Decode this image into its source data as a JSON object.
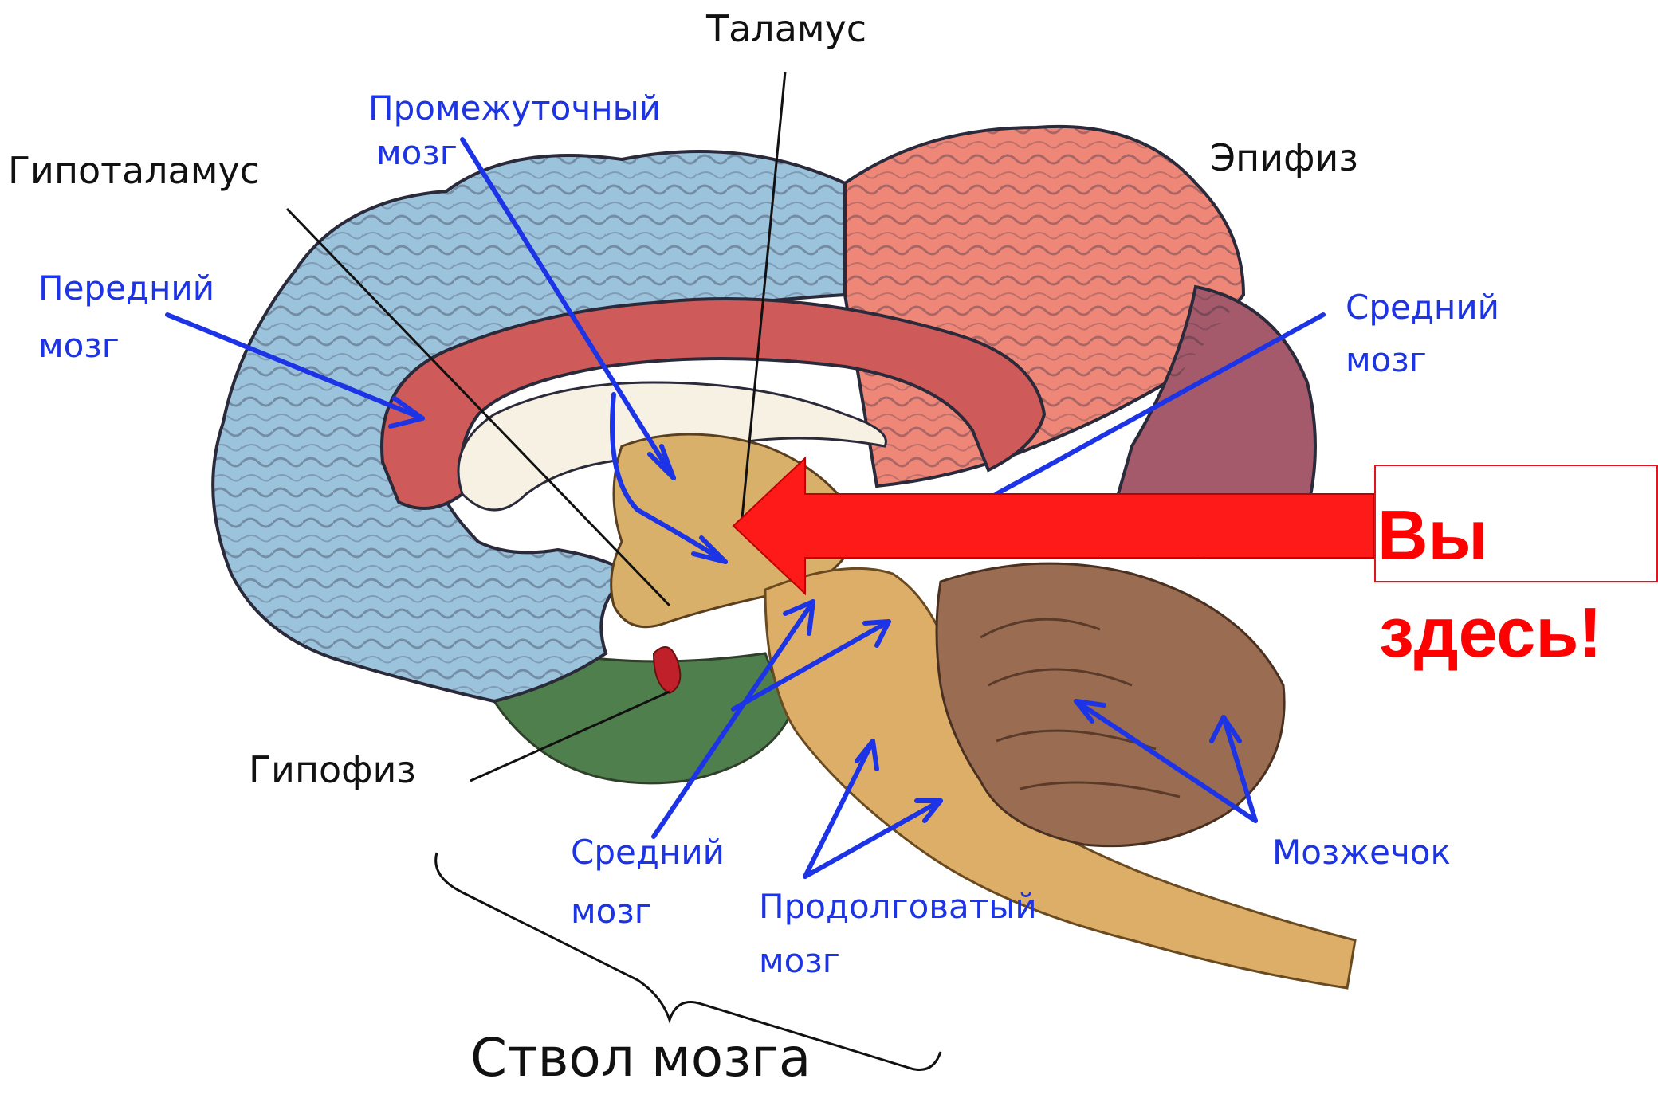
{
  "labels": {
    "thalamus": "Таламус",
    "diencephalon_l1": "Промежуточный",
    "diencephalon_l2": "мозг",
    "hypothalamus": "Гипоталамус",
    "epiphysis": "Эпифиз",
    "forebrain_l1": "Передний",
    "forebrain_l2": "мозг",
    "midbrain_right_l1": "Средний",
    "midbrain_right_l2": "мозг",
    "pituitary": "Гипофиз",
    "midbrain_bottom_l1": "Средний",
    "midbrain_bottom_l2": "мозг",
    "medulla_l1": "Продолговатый",
    "medulla_l2": "мозг",
    "cerebellum": "Мозжечок",
    "brainstem": "Ствол мозга"
  },
  "callout": {
    "line1": "Вы",
    "line2": "здесь!"
  },
  "colors": {
    "forebrain_blue": "#9cc3dc",
    "frontal_red": "#ef8779",
    "cingulate_red": "#cf5a5a",
    "occipital_mauve": "#a45a6a",
    "diencephalon_tan": "#d8b06a",
    "brainstem_tan": "#dcae68",
    "temporal_green": "#4f7f4c",
    "cerebellum_brown": "#9a6c52",
    "arrow_blue": "#1d34e6",
    "callout_red": "#ff0000"
  }
}
